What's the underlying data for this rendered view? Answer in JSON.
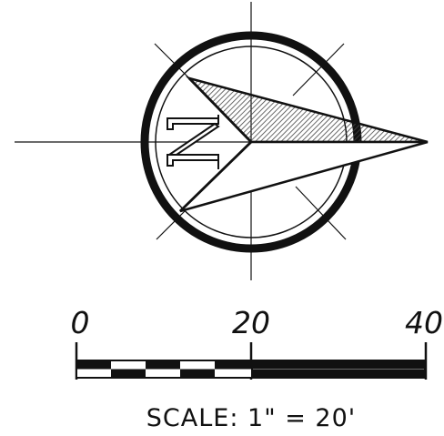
{
  "north_arrow": {
    "letter": "N",
    "ink_color": "#111111",
    "hatch_color": "#444444"
  },
  "scale_bar": {
    "tick_labels": [
      "0",
      "20",
      "40"
    ],
    "caption": "SCALE: 1\" = 20'",
    "ink_color": "#111111"
  }
}
